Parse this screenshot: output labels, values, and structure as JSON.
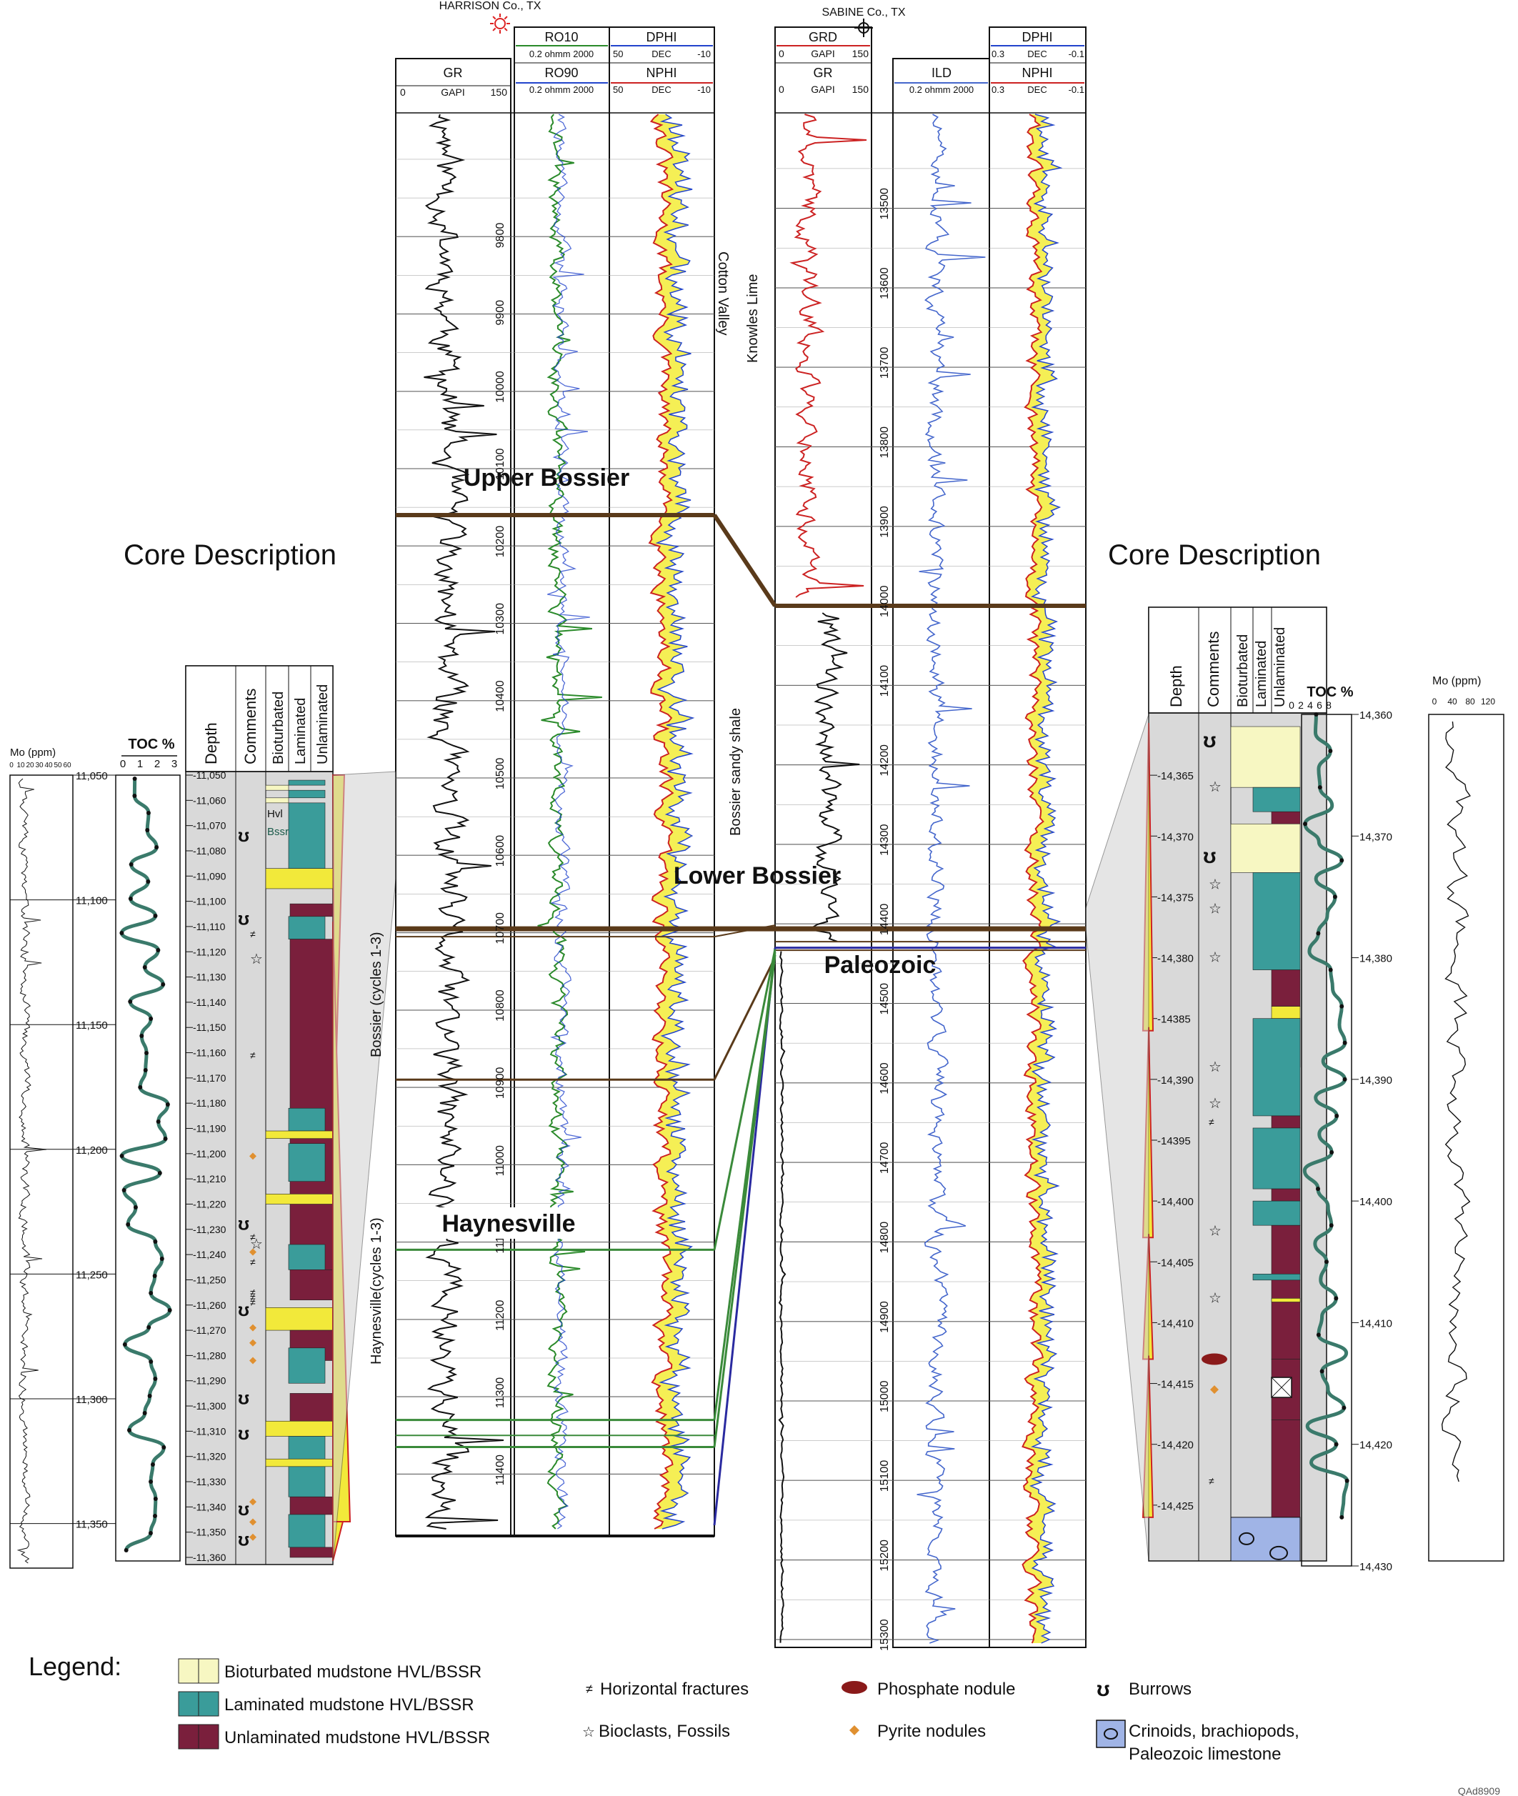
{
  "headers": {
    "well_left": "HARRISON Co., TX",
    "well_right": "SABINE Co., TX"
  },
  "titles": {
    "core_left": "Core Description",
    "core_right": "Core Description"
  },
  "formations": {
    "upper_bossier": "Upper Bossier",
    "lower_bossier": "Lower Bossier",
    "haynesville": "Haynesville",
    "paleozoic": "Paleozoic",
    "cotton_valley": "Cotton Valley",
    "knowles_lime": "Knowles Lime",
    "bossier_sandy_shale": "Bossier sandy shale",
    "bossier_cycles": "Bossier (cycles 1-3)",
    "haynesville_cycles": "Haynesville(cycles 1-3)"
  },
  "core_labels": {
    "bssr": "Bssr",
    "hvl": "Hvl"
  },
  "core_columns": {
    "depth": "Depth",
    "comments": "Comments",
    "bioturbated": "Bioturbated",
    "laminated": "Laminated",
    "unlaminated": "Unlaminated",
    "toc": "TOC %",
    "mo": "Mo (ppm)"
  },
  "log_tracks": {
    "gr": {
      "name": "GR",
      "unit": "GAPI",
      "min": "0",
      "max": "150"
    },
    "grd": {
      "name": "GRD",
      "unit": "GAPI",
      "min": "0",
      "max": "150"
    },
    "ro10": {
      "name": "RO10",
      "scale": "0.2 ohmm 2000"
    },
    "ro90": {
      "name": "RO90",
      "scale": "0.2 ohmm 2000"
    },
    "ild": {
      "name": "ILD",
      "scale": "0.2 ohmm 2000"
    },
    "dphi_left": {
      "name": "DPHI",
      "min": "50",
      "unit": "DEC",
      "max": "-10"
    },
    "nphi_left": {
      "name": "NPHI",
      "min": "50",
      "unit": "DEC",
      "max": "-10"
    },
    "dphi_right": {
      "name": "DPHI",
      "min": "0.3",
      "unit": "DEC",
      "max": "-0.1"
    },
    "nphi_right": {
      "name": "NPHI",
      "min": "0.3",
      "unit": "DEC",
      "max": "-0.1"
    }
  },
  "legend": {
    "title": "Legend:",
    "items": {
      "bioturbated": "Bioturbated mudstone HVL/BSSR",
      "laminated": "Laminated mudstone HVL/BSSR",
      "unlaminated": "Unlaminated mudstone HVL/BSSR",
      "fractures": "Horizontal fractures",
      "bioclasts": "Bioclasts, Fossils",
      "phosphate": "Phosphate nodule",
      "pyrite": "Pyrite nodules",
      "burrows": "Burrows",
      "crinoids": "Crinoids, brachiopods, Paleozoic limestone"
    }
  },
  "figure_id": "QAd8909",
  "colors": {
    "bioturbated": "#f7f7c2",
    "laminated": "#3a9c9a",
    "unlaminated": "#7a1f3c",
    "yellow_band": "#f2e93a",
    "toc_curve": "#3a7a6b",
    "correlation_brown": "#5a3a1a",
    "correlation_green": "#3a8a3a",
    "correlation_blue": "#2a2aa0",
    "gr_curve": "#111111",
    "resistivity_green": "#2a8a2a",
    "ild_blue": "#4466cc",
    "nphi_red": "#cc2222",
    "dphi_blue": "#2244cc",
    "crossover_fill": "#f5ef55",
    "phosphate": "#8a1a1a",
    "pyrite": "#e09030",
    "crinoid_fill": "#a0b4e6",
    "core_bg": "#d9d9d9"
  },
  "chart_data": [
    {
      "type": "line",
      "name": "left_well_log",
      "depth_ticks": [
        9800,
        9900,
        10000,
        10100,
        10200,
        10300,
        10400,
        10500,
        10600,
        10700,
        10800,
        10900,
        11000,
        11100,
        11200,
        11300,
        11400
      ],
      "depth_range": [
        9640,
        11480
      ],
      "tracks": [
        "GR",
        "RO10",
        "RO90",
        "DPHI",
        "NPHI"
      ],
      "tops": {
        "Upper Bossier": 10160,
        "Lower Bossier": 10695,
        "Haynesville": 11110
      }
    },
    {
      "type": "line",
      "name": "right_well_log",
      "depth_ticks": [
        13500,
        13600,
        13700,
        13800,
        13900,
        14000,
        14100,
        14200,
        14300,
        14400,
        14500,
        14600,
        14700,
        14800,
        14900,
        15000,
        15100,
        15200,
        15300
      ],
      "depth_range": [
        13380,
        15310
      ],
      "tracks": [
        "GRD",
        "GR",
        "ILD",
        "DPHI",
        "NPHI"
      ],
      "tops": {
        "Upper Bossier": 14000,
        "Lower Bossier": 14380,
        "Paleozoic": 14430
      }
    },
    {
      "type": "line",
      "name": "left_core_toc",
      "depth_ticks": [
        "11,050",
        "11,060",
        "11,070",
        "11,080",
        "11,090",
        "11,100",
        "11,110",
        "11,120",
        "11,130",
        "11,140",
        "11,150",
        "11,160",
        "11,170",
        "11,180",
        "11,190",
        "11,200",
        "11,210",
        "11,220",
        "11,230",
        "11,240",
        "11,250",
        "11,260",
        "11,270",
        "11,280",
        "11,290",
        "11,300",
        "11,310",
        "11,320",
        "11,330",
        "11,340",
        "11,350",
        "11,360"
      ],
      "mo_depth_labels": [
        "11,050",
        "11,100",
        "11,150",
        "11,200",
        "11,250",
        "11,300",
        "11,350"
      ],
      "toc_axis": [
        "0",
        "1",
        "2",
        "3"
      ],
      "mo_axis": [
        "0",
        "10",
        "20",
        "30",
        "40",
        "50",
        "60"
      ]
    },
    {
      "type": "line",
      "name": "right_core_toc",
      "depth_ticks": [
        "14,365",
        "14,370",
        "14,375",
        "14,380",
        "14385",
        "14,390",
        "14395",
        "14,400",
        "14,405",
        "14,410",
        "14,415",
        "14,420",
        "14,425"
      ],
      "outer_depth_labels": [
        "14,360",
        "14,370",
        "14,380",
        "14,390",
        "14,400",
        "14,410",
        "14,420",
        "14,430"
      ],
      "toc_axis": [
        "0",
        "2",
        "4",
        "6",
        "8"
      ],
      "mo_axis": [
        "0",
        "40",
        "80",
        "120"
      ]
    }
  ]
}
